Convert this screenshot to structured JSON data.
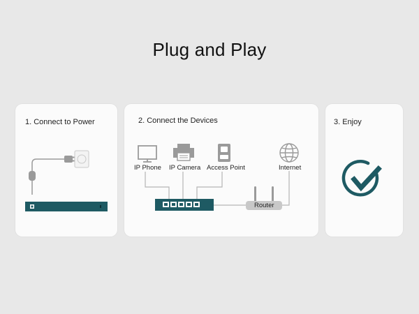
{
  "title": "Plug and Play",
  "steps": [
    {
      "label": "1. Connect to Power"
    },
    {
      "label": "2. Connect the Devices",
      "devices": [
        "IP Phone",
        "IP Camera",
        "Access Point",
        "Internet"
      ],
      "router": "Router"
    },
    {
      "label": "3. Enjoy"
    }
  ],
  "colors": {
    "accent": "#1e5a63",
    "card_bg": "#fbfbfb",
    "page_bg": "#e8e8e8",
    "line": "#b5b5b5"
  },
  "icons": [
    "power-plug-icon",
    "monitor-icon",
    "printer-icon",
    "access-point-icon",
    "globe-icon",
    "router-icon",
    "switch-icon",
    "checkmark-icon"
  ]
}
